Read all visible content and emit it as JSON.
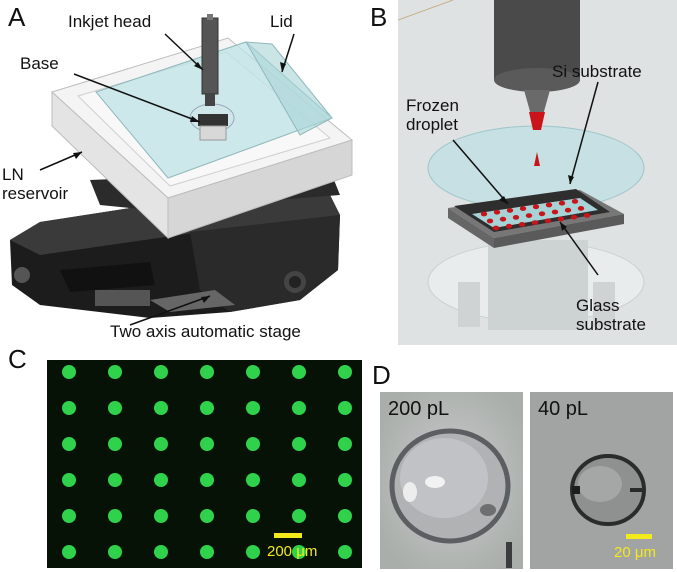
{
  "panel_letters": {
    "a": "A",
    "b": "B",
    "c": "C",
    "d": "D"
  },
  "panel_a": {
    "inkjet_head": "Inkjet head",
    "lid": "Lid",
    "base": "Base",
    "ln_reservoir": "LN\nreservoir",
    "stage": "Two axis automatic stage"
  },
  "panel_b": {
    "si_substrate": "Si substrate",
    "frozen_droplet": "Frozen\ndroplet",
    "glass_substrate": "Glass\nsubstrate"
  },
  "panel_c": {
    "scale_label": "200 μm",
    "dot_color": "#2fd24a",
    "background_color": "#061206"
  },
  "panel_d": {
    "left_volume": "200 pL",
    "right_volume": "40 pL",
    "scale_label": "20 μm"
  },
  "colors": {
    "scalebar": "#f2ea1a",
    "droplet": "#c8141a"
  }
}
